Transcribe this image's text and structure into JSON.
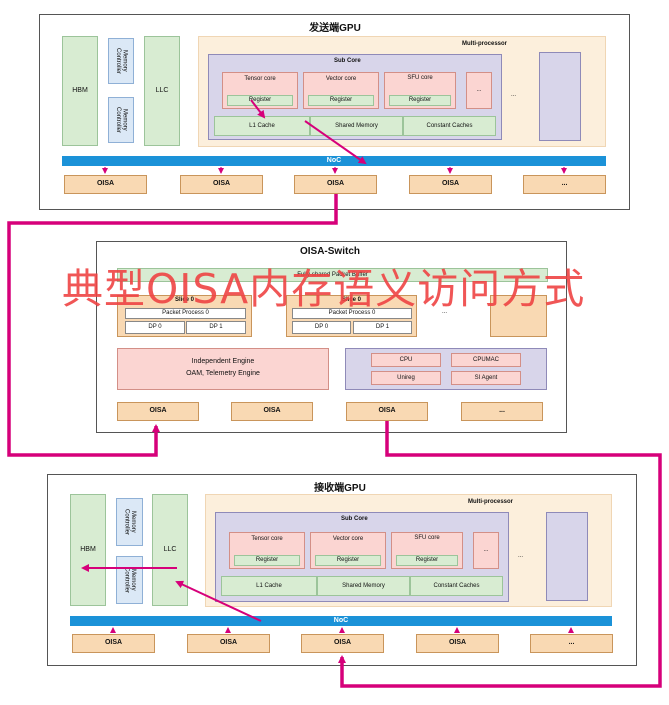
{
  "send_gpu": {
    "title": "发送端GPU",
    "hbm": "HBM",
    "memory_controller": "Memory Controller",
    "llc": "LLC",
    "multiprocessor": "Multi-processor",
    "sub_core": "Sub Core",
    "tensor_core": "Tensor core",
    "vector_core": "Vector core",
    "sfu_core": "SFU core",
    "register": "Register",
    "l1_cache": "L1 Cache",
    "shared_memory": "Shared Memory",
    "constant_caches": "Constant Caches",
    "ellipsis": "...",
    "noc": "NoC",
    "oisa_ports": [
      "OISA",
      "OISA",
      "OISA",
      "OISA",
      "..."
    ]
  },
  "switch": {
    "title": "OISA-Switch",
    "packet_buffer": "Fully-shared Packet Buffer",
    "slice0": "Slice 0",
    "packet_process": "Packet Process 0",
    "dp0": "DP 0",
    "dp1": "DP 1",
    "ellipsis": "...",
    "engine_line1": "Independent Engine",
    "engine_line2": "OAM, Telemetry Engine",
    "cpu": "CPU",
    "cpumac": "CPUMAC",
    "unireg": "Unireg",
    "si_agent": "SI Agent",
    "oisa_ports": [
      "OISA",
      "OISA",
      "OISA",
      "..."
    ]
  },
  "recv_gpu": {
    "title": "接收端GPU",
    "hbm": "HBM",
    "memory_controller": "Memory Controller",
    "llc": "LLC",
    "multiprocessor": "Multi-processor",
    "sub_core": "Sub Core",
    "tensor_core": "Tensor core",
    "vector_core": "Vector core",
    "sfu_core": "SFU core",
    "register": "Register",
    "l1_cache": "L1 Cache",
    "shared_memory": "Shared Memory",
    "constant_caches": "Constant Caches",
    "ellipsis": "...",
    "noc": "NoC",
    "oisa_ports": [
      "OISA",
      "OISA",
      "OISA",
      "OISA",
      "..."
    ]
  },
  "watermark": "典型OISA内存语义访问方式",
  "colors": {
    "path": "#d6007a",
    "noc": "#1b92d8",
    "watermark": "#ef4444"
  }
}
